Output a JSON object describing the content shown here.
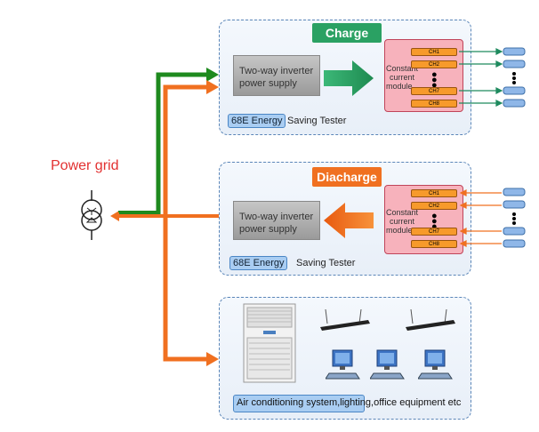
{
  "grid_label": "Power grid",
  "charge": {
    "title": "Charge",
    "title_color": "#2aa163",
    "inverter_line1": "Two-way inverter",
    "inverter_line2": "power supply",
    "energy_tag": "68E Energy",
    "tester_text": "Saving Tester",
    "module_line1": "Constant",
    "module_line2": "current",
    "module_line3": "module",
    "channels": [
      "CH1",
      "CH2",
      "CH7",
      "CH8"
    ]
  },
  "discharge": {
    "title": "Diacharge",
    "title_color": "#f07020",
    "inverter_line1": "Two-way inverter",
    "inverter_line2": "power supply",
    "energy_tag": "68E Energy",
    "tester_text": "Saving Tester",
    "module_line1": "Constant",
    "module_line2": "current",
    "module_line3": "module",
    "channels": [
      "CH1",
      "CH2",
      "CH7",
      "CH8"
    ]
  },
  "loads": {
    "label": "Air conditioning system,lighting,office equipment etc"
  },
  "colors": {
    "charge_flow": "#1e8a1e",
    "discharge_flow": "#f07020",
    "panel_border": "#5b86b8",
    "module_fill": "#f7b2bc",
    "channel_fill": "#f79a2b",
    "grid_label": "#e23030"
  },
  "icons": [
    "transformer-icon",
    "battery-icon",
    "air-conditioner-icon",
    "ceiling-light-icon",
    "computer-icon"
  ]
}
